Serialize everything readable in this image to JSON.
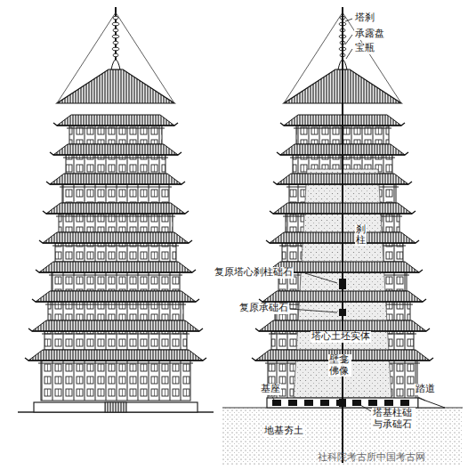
{
  "diagram": {
    "labels": [
      "塔刹",
      "承露盘",
      "宝瓶",
      "刹柱",
      "复原塔心刹柱础石",
      "复原承础石",
      "塔心土坯实体",
      "壁龛佛像",
      "基座",
      "踏道",
      "塔基柱础与承础石",
      "地基夯土",
      "社科院考古所中国考古网"
    ]
  }
}
